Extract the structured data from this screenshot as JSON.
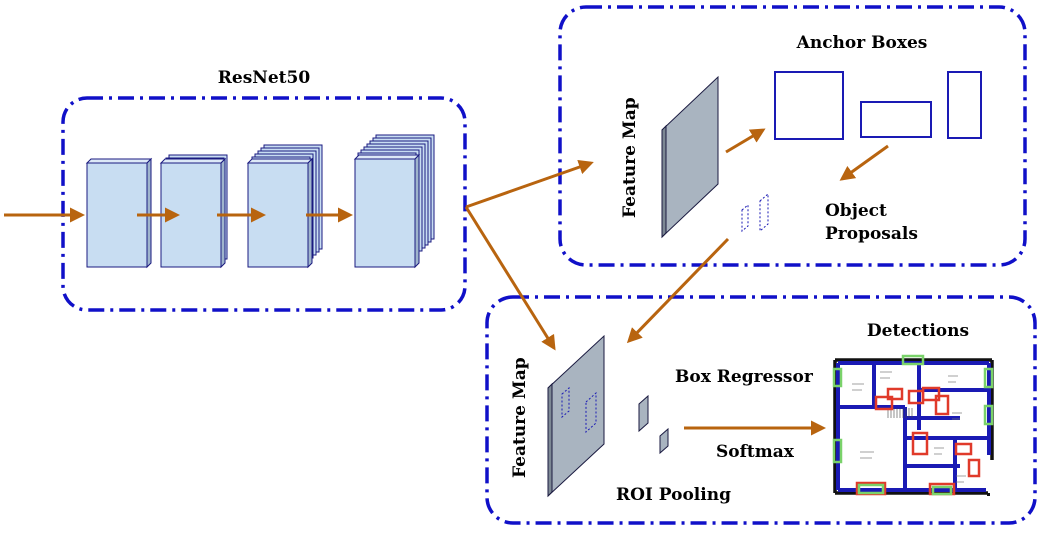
{
  "colors": {
    "frame": "#1010c8",
    "arrow": "#b8640f",
    "block_fill": "#c8ddf2",
    "block_stroke": "#1a1a80",
    "feature_map_fill": "#a9b4c0",
    "anchor_box": "#1a1ab4",
    "detection_red": "#e03a2a",
    "detection_green": "#7ad26a"
  },
  "backbone": {
    "title": "ResNet50"
  },
  "rpn": {
    "feature_map_label": "Feature Map",
    "anchor_boxes_label": "Anchor Boxes",
    "object_proposals_label_line1": "Object",
    "object_proposals_label_line2": "Proposals"
  },
  "head": {
    "feature_map_label": "Feature Map",
    "box_regressor_label": "Box Regressor",
    "softmax_label": "Softmax",
    "roi_pooling_label": "ROI Pooling",
    "detections_label": "Detections"
  }
}
